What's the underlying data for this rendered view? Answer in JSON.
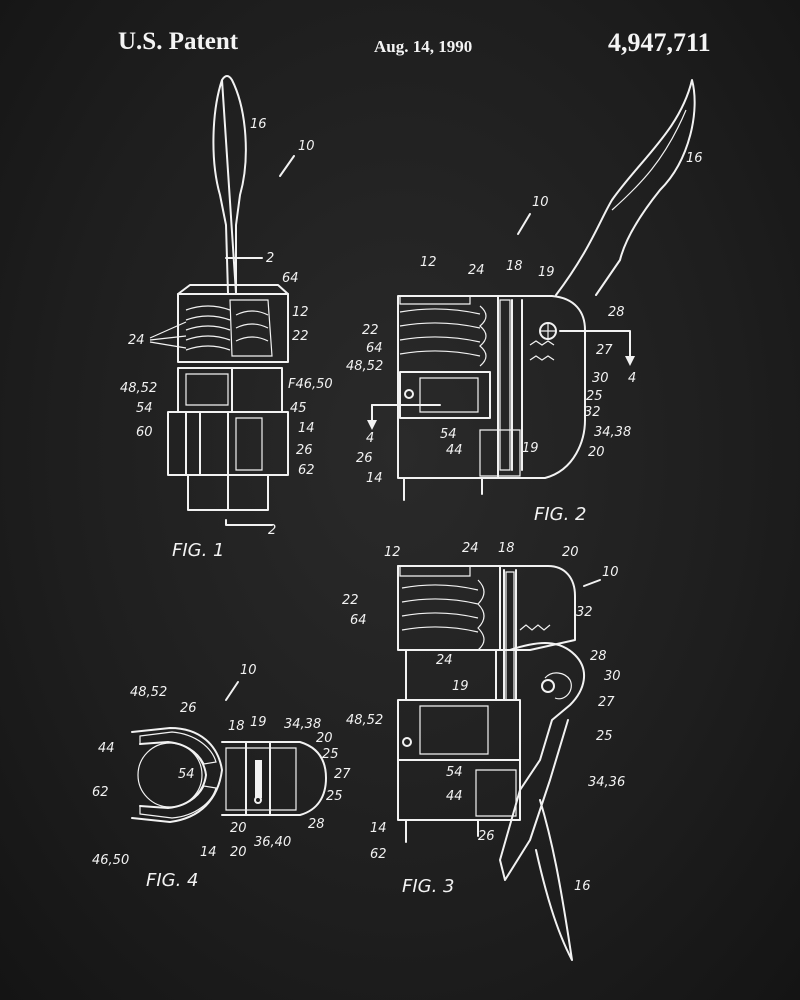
{
  "header": {
    "left": "U.S. Patent",
    "date": "Aug. 14, 1990",
    "number": "4,947,711"
  },
  "figures": {
    "fig1": {
      "caption": "FIG. 1"
    },
    "fig2": {
      "caption": "FIG. 2"
    },
    "fig3": {
      "caption": "FIG. 3"
    },
    "fig4": {
      "caption": "FIG. 4"
    }
  },
  "labels": {
    "fig1": [
      "16",
      "10",
      "2",
      "64",
      "12",
      "22",
      "24",
      "48,52",
      "F46,50",
      "54",
      "45",
      "60",
      "14",
      "26",
      "62",
      "2"
    ],
    "fig2": [
      "16",
      "10",
      "12",
      "24",
      "18",
      "19",
      "22",
      "64",
      "48,52",
      "28",
      "27",
      "4",
      "30",
      "25",
      "32",
      "4",
      "54",
      "44",
      "34,38",
      "19",
      "26",
      "14",
      "20"
    ],
    "fig3": [
      "12",
      "24",
      "18",
      "20",
      "10",
      "22",
      "64",
      "32",
      "28",
      "24",
      "19",
      "30",
      "27",
      "48,52",
      "25",
      "54",
      "44",
      "34,36",
      "14",
      "62",
      "26",
      "16"
    ],
    "fig4": [
      "10",
      "48,52",
      "26",
      "18",
      "19",
      "34,38",
      "20",
      "44",
      "54",
      "25",
      "27",
      "62",
      "25",
      "20",
      "28",
      "14",
      "20",
      "36,40",
      "46,50"
    ]
  }
}
